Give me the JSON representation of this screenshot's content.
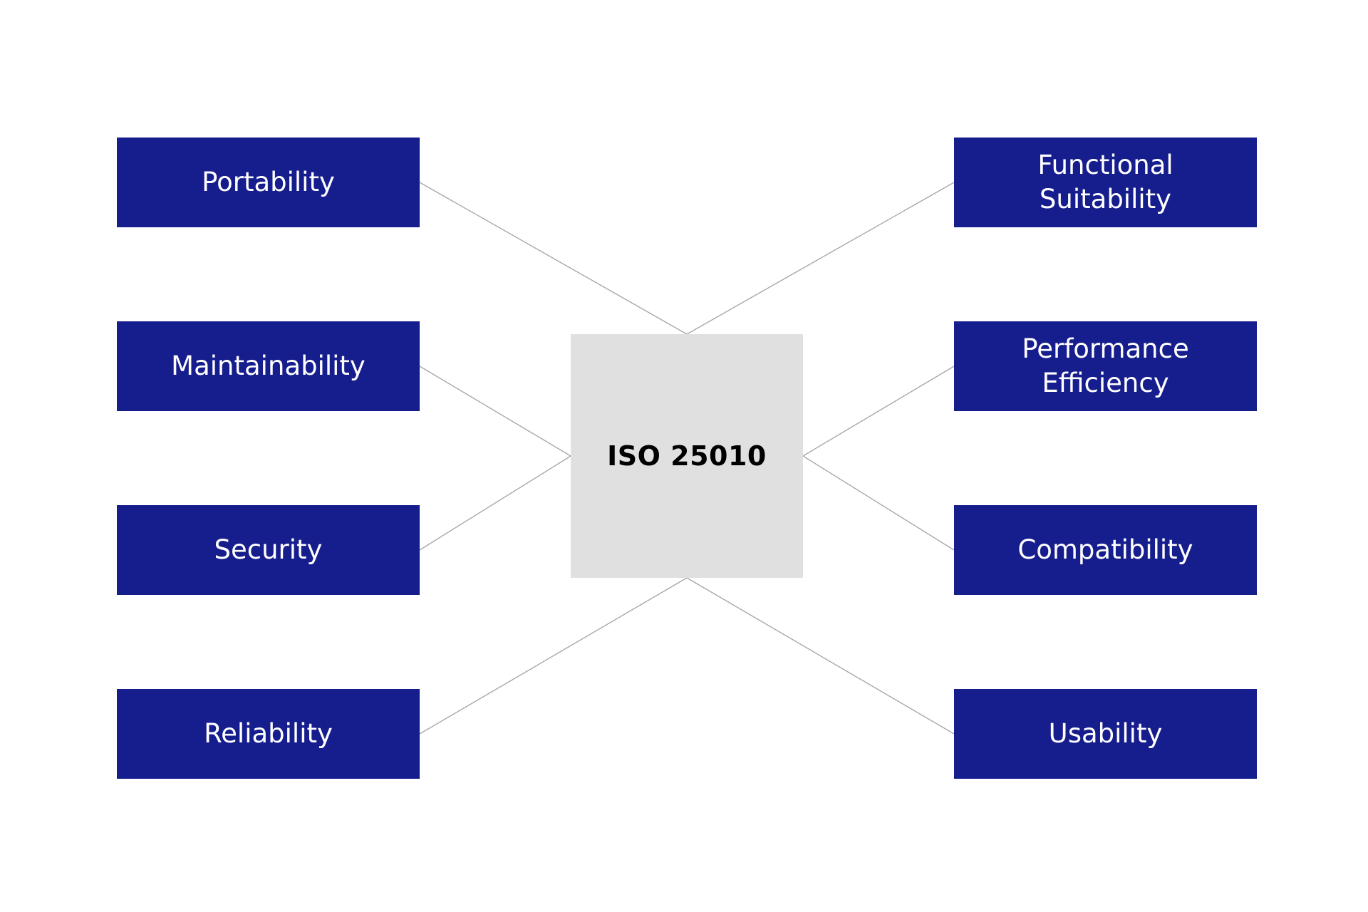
{
  "center": {
    "label": "ISO 25010",
    "color": "#e0e0e0"
  },
  "colors": {
    "node_fill": "#161d8c",
    "node_text": "#ffffff",
    "connector": "#a8a8a8"
  },
  "left_nodes": [
    {
      "label": "Portability"
    },
    {
      "label": "Maintainability"
    },
    {
      "label": "Security"
    },
    {
      "label": "Reliability"
    }
  ],
  "right_nodes": [
    {
      "label": "Functional\nSuitability"
    },
    {
      "label": "Performance\nEfficiency"
    },
    {
      "label": "Compatibility"
    },
    {
      "label": "Usability"
    }
  ]
}
